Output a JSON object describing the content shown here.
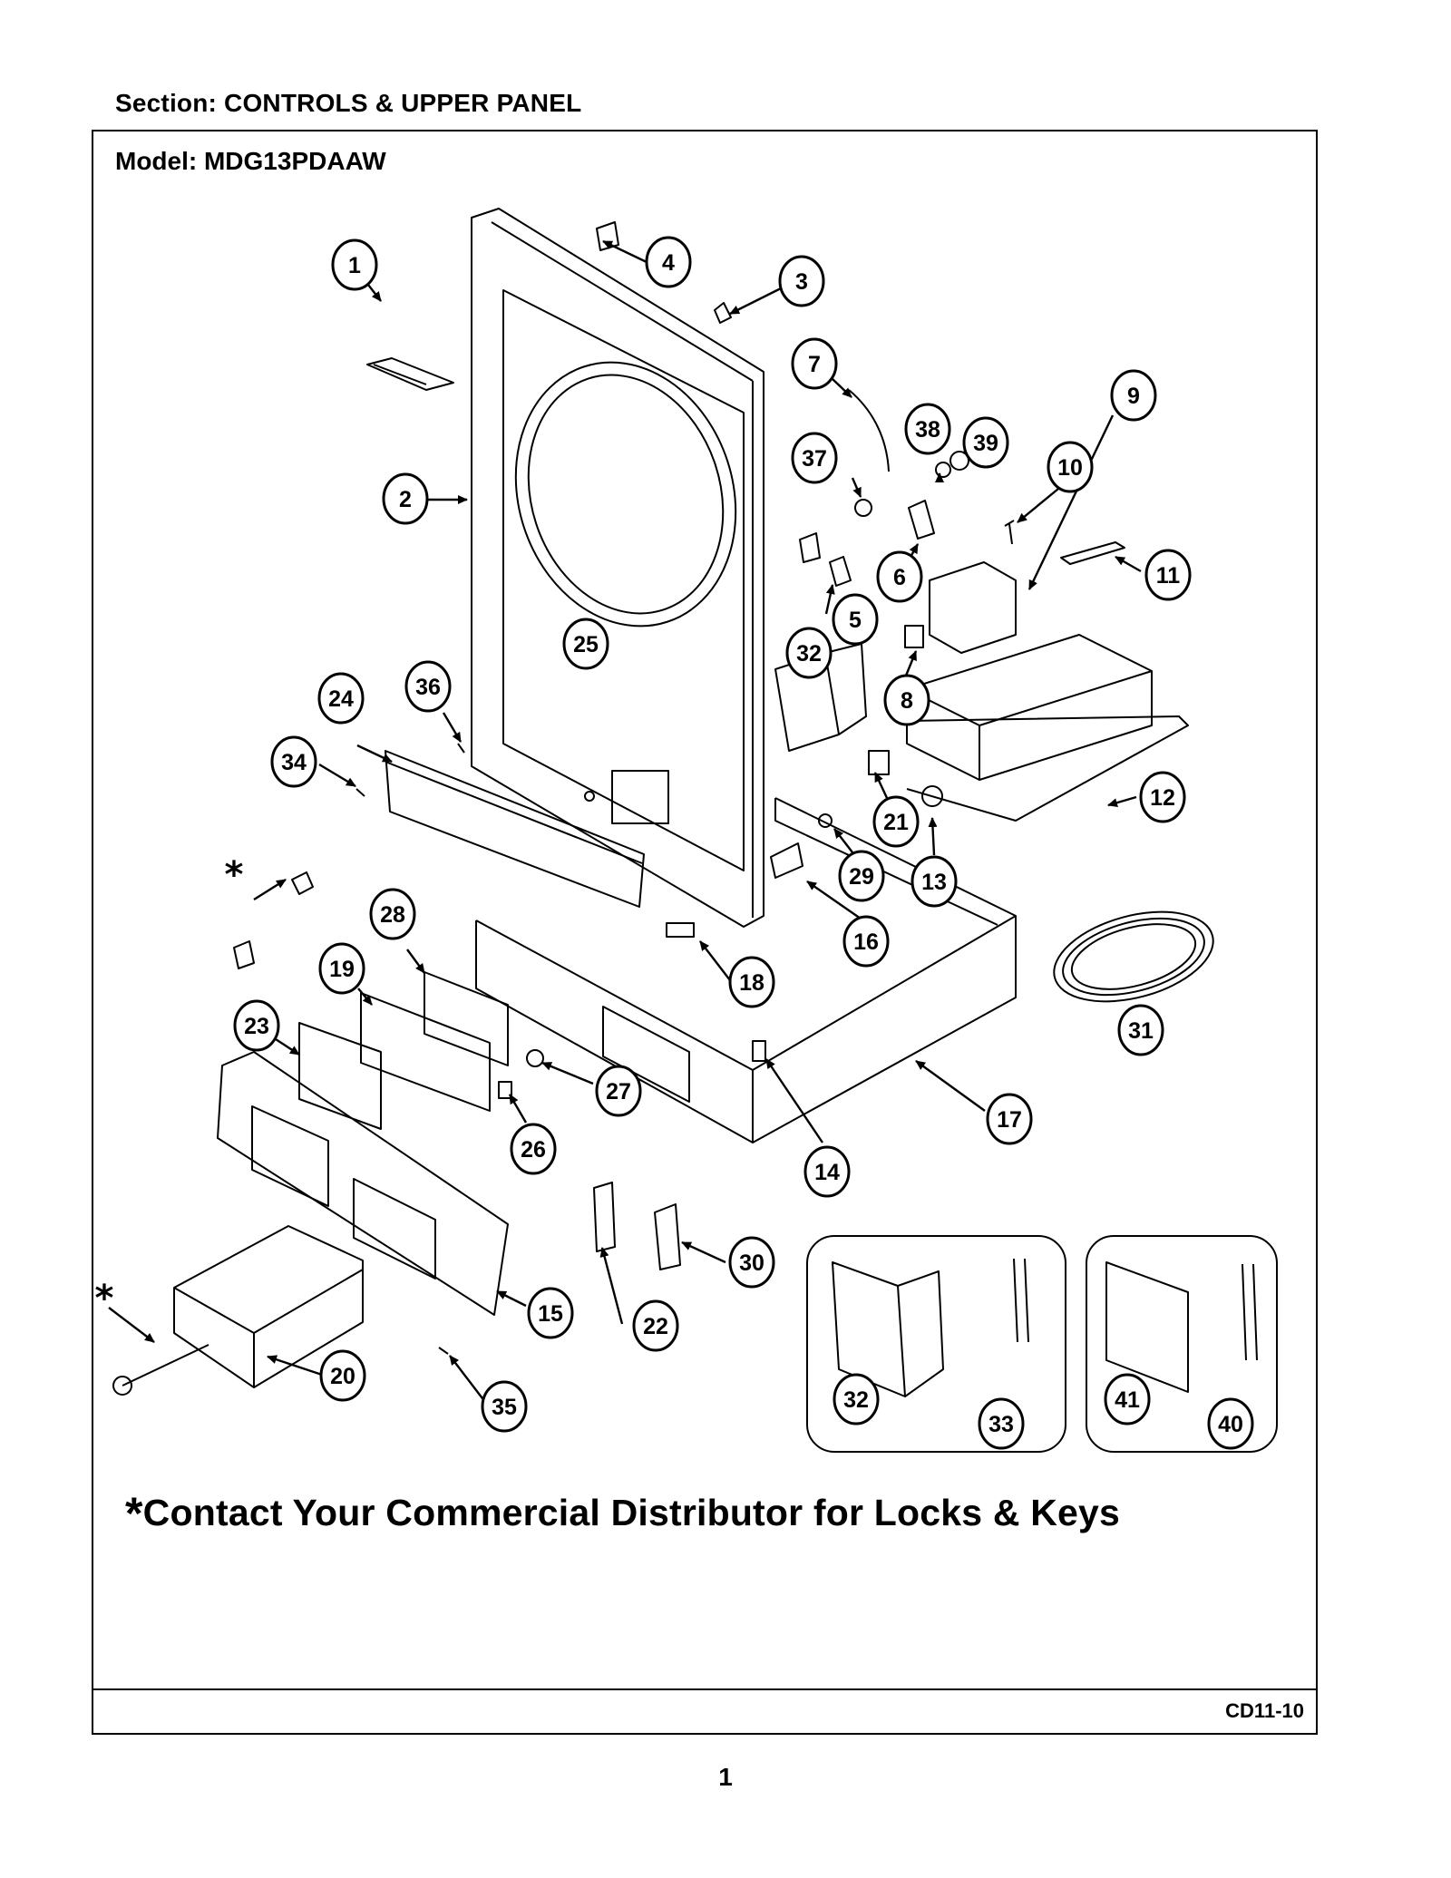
{
  "header": {
    "section": "Section:  CONTROLS & UPPER PANEL",
    "model": "Model:  MDG13PDAAW"
  },
  "note": {
    "star": "*",
    "text": "Contact Your Commercial Distributor for Locks & Keys"
  },
  "footer": {
    "code": "CD11-10",
    "page": "1"
  },
  "diagram": {
    "asterisk": "*",
    "callouts": [
      "1",
      "2",
      "3",
      "4",
      "5",
      "6",
      "7",
      "8",
      "9",
      "10",
      "11",
      "12",
      "13",
      "14",
      "15",
      "16",
      "17",
      "18",
      "19",
      "20",
      "21",
      "22",
      "23",
      "24",
      "25",
      "26",
      "27",
      "28",
      "29",
      "30",
      "31",
      "32",
      "33",
      "34",
      "35",
      "36",
      "37",
      "38",
      "39",
      "40",
      "41"
    ],
    "inset_a_callouts": [
      "32",
      "33"
    ],
    "inset_b_callouts": [
      "41",
      "40"
    ]
  }
}
